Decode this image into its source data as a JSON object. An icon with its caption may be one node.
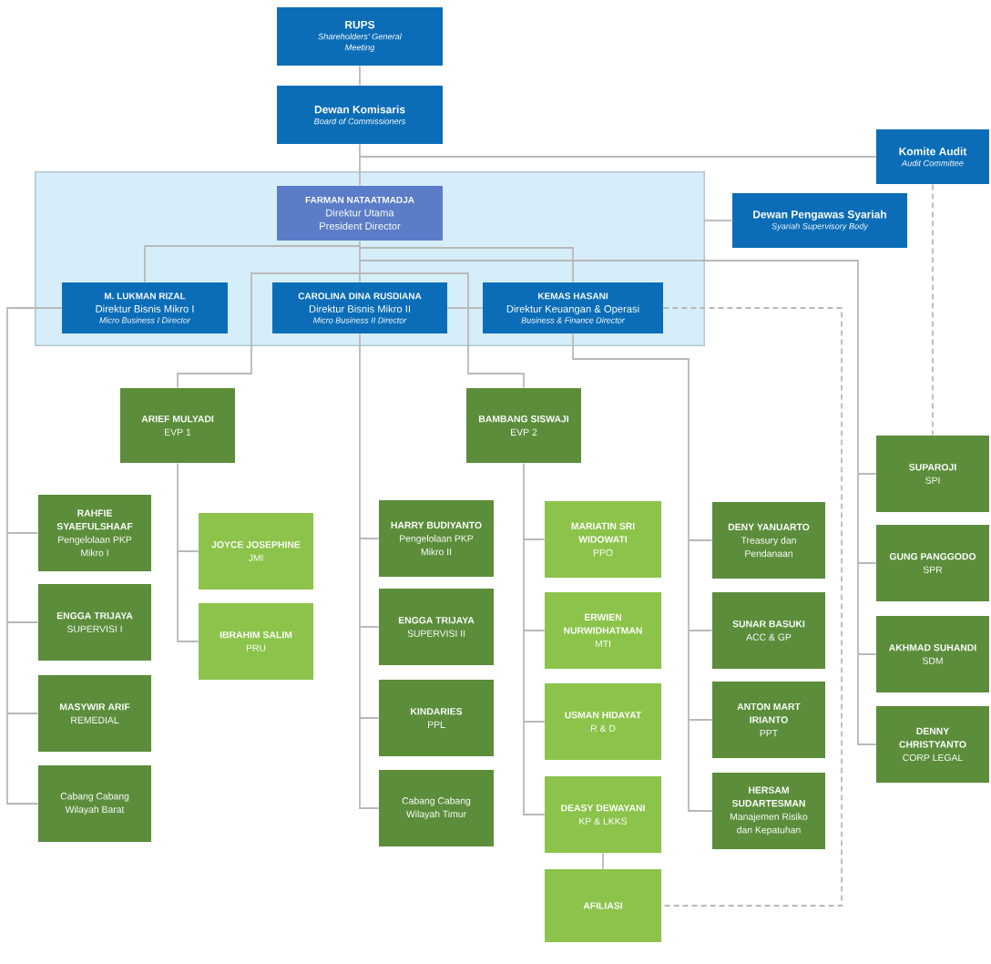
{
  "diagram": {
    "nodes": [
      {
        "text": [
          "RUPS",
          "Shareholders' General Meeting"
        ]
      },
      {
        "text": [
          "Dewan Komisaris",
          "Board of Commissioners"
        ]
      },
      {
        "text": [
          "Komite Audit",
          "Audit Committee"
        ]
      },
      {
        "text": [],
        "shape": "box"
      },
      {
        "text": [
          "FARMAN NATAATMADJA",
          "Direktur Utama",
          "President Director"
        ],
        "in": 3
      },
      {
        "text": [
          "Dewan Pengawas Syariah",
          "Syariah Supervisory Body"
        ]
      },
      {
        "text": [
          "M. LUKMAN RIZAL",
          "Direktur Bisnis Mikro I",
          "Micro Business I Director"
        ],
        "in": 3
      },
      {
        "text": [
          "CAROLINA DINA RUSDIANA",
          "Direktur Bisnis Mikro II",
          "Micro Business II Director"
        ],
        "in": 3
      },
      {
        "text": [
          "KEMAS HASANI",
          "Direktur Keuangan & Operasi",
          "Business & Finance Director"
        ],
        "in": 3
      },
      {
        "text": [
          "ARIEF MULYADI",
          "EVP 1"
        ]
      },
      {
        "text": [
          "BAMBANG SISWAJI",
          "EVP 2"
        ]
      },
      {
        "text": [
          "RAHFIE SYAEFULSHAAF",
          "Pengelolaan PKP Mikro I"
        ]
      },
      {
        "text": [
          "ENGGA TRIJAYA",
          "SUPERVISI I"
        ]
      },
      {
        "text": [
          "MASYWIR ARIF",
          "REMEDIAL"
        ]
      },
      {
        "text": [
          "Cabang Cabang Wilayah Barat"
        ]
      },
      {
        "text": [
          "JOYCE JOSEPHINE",
          "JMI"
        ]
      },
      {
        "text": [
          "IBRAHIM SALIM",
          "PRU"
        ]
      },
      {
        "text": [
          "HARRY BUDIYANTO",
          "Pengelolaan PKP Mikro II"
        ]
      },
      {
        "text": [
          "ENGGA TRIJAYA",
          "SUPERVISI II"
        ]
      },
      {
        "text": [
          "KINDARIES",
          "PPL"
        ]
      },
      {
        "text": [
          "Cabang Cabang Wilayah Timur"
        ]
      },
      {
        "text": [
          "MARIATIN SRI WIDOWATI",
          "PPO"
        ]
      },
      {
        "text": [
          "ERWIEN NURWIDHATMAN",
          "MTI"
        ]
      },
      {
        "text": [
          "USMAN HIDAYAT",
          "R & D"
        ]
      },
      {
        "text": [
          "DEASY DEWAYANI",
          "KP & LKKS"
        ]
      },
      {
        "text": [
          "AFILIASI"
        ]
      },
      {
        "text": [
          "DENY YANUARTO",
          "Treasury dan Pendanaan"
        ]
      },
      {
        "text": [
          "SUNAR BASUKI",
          "ACC & GP"
        ]
      },
      {
        "text": [
          "ANTON MART IRIANTO",
          "PPT"
        ]
      },
      {
        "text": [
          "HERSAM SUDARTESMAN",
          "Manajemen Risiko dan Kepatuhan"
        ]
      },
      {
        "text": [
          "SUPAROJI",
          "SPI"
        ]
      },
      {
        "text": [
          "GUNG PANGGODO",
          "SPR"
        ]
      },
      {
        "text": [
          "AKHMAD SUHANDI",
          "SDM"
        ]
      },
      {
        "text": [
          "DENNY CHRISTYANTO",
          "CORP LEGAL"
        ]
      }
    ],
    "edges": [
      {
        "from": 0,
        "to": 1,
        "arrow": "none"
      },
      {
        "from": 1,
        "to": 4,
        "arrow": "none"
      },
      {
        "from": 1,
        "to": 2,
        "arrow": "none"
      },
      {
        "from": 3,
        "to": 5,
        "arrow": "none"
      },
      {
        "from": 4,
        "to": 6,
        "arrow": "none"
      },
      {
        "from": 4,
        "to": 7,
        "arrow": "none"
      },
      {
        "from": 4,
        "to": 8,
        "arrow": "none"
      },
      {
        "from": 7,
        "to": 8,
        "arrow": "none"
      },
      {
        "from": 4,
        "to": 9,
        "arrow": "none"
      },
      {
        "from": 4,
        "to": 10,
        "arrow": "none"
      },
      {
        "from": 4,
        "to": 30,
        "arrow": "none"
      },
      {
        "from": 4,
        "to": 31,
        "arrow": "none"
      },
      {
        "from": 4,
        "to": 32,
        "arrow": "none"
      },
      {
        "from": 4,
        "to": 33,
        "arrow": "none"
      },
      {
        "from": 6,
        "to": 11,
        "arrow": "none"
      },
      {
        "from": 6,
        "to": 12,
        "arrow": "none"
      },
      {
        "from": 6,
        "to": 13,
        "arrow": "none"
      },
      {
        "from": 6,
        "to": 14,
        "arrow": "none"
      },
      {
        "from": 9,
        "to": 15,
        "arrow": "none"
      },
      {
        "from": 9,
        "to": 16,
        "arrow": "none"
      },
      {
        "from": 7,
        "to": 17,
        "arrow": "none"
      },
      {
        "from": 7,
        "to": 18,
        "arrow": "none"
      },
      {
        "from": 7,
        "to": 19,
        "arrow": "none"
      },
      {
        "from": 7,
        "to": 20,
        "arrow": "none"
      },
      {
        "from": 10,
        "to": 21,
        "arrow": "none"
      },
      {
        "from": 10,
        "to": 22,
        "arrow": "none"
      },
      {
        "from": 10,
        "to": 23,
        "arrow": "none"
      },
      {
        "from": 10,
        "to": 24,
        "arrow": "none"
      },
      {
        "from": 24,
        "to": 25,
        "arrow": "none"
      },
      {
        "from": 8,
        "to": 26,
        "arrow": "none"
      },
      {
        "from": 8,
        "to": 27,
        "arrow": "none"
      },
      {
        "from": 8,
        "to": 28,
        "arrow": "none"
      },
      {
        "from": 8,
        "to": 29,
        "arrow": "none"
      },
      {
        "from": 2,
        "to": 30,
        "arrow": "none",
        "style": "dashed"
      },
      {
        "from": 8,
        "to": 25,
        "arrow": "none",
        "style": "dashed"
      }
    ]
  }
}
